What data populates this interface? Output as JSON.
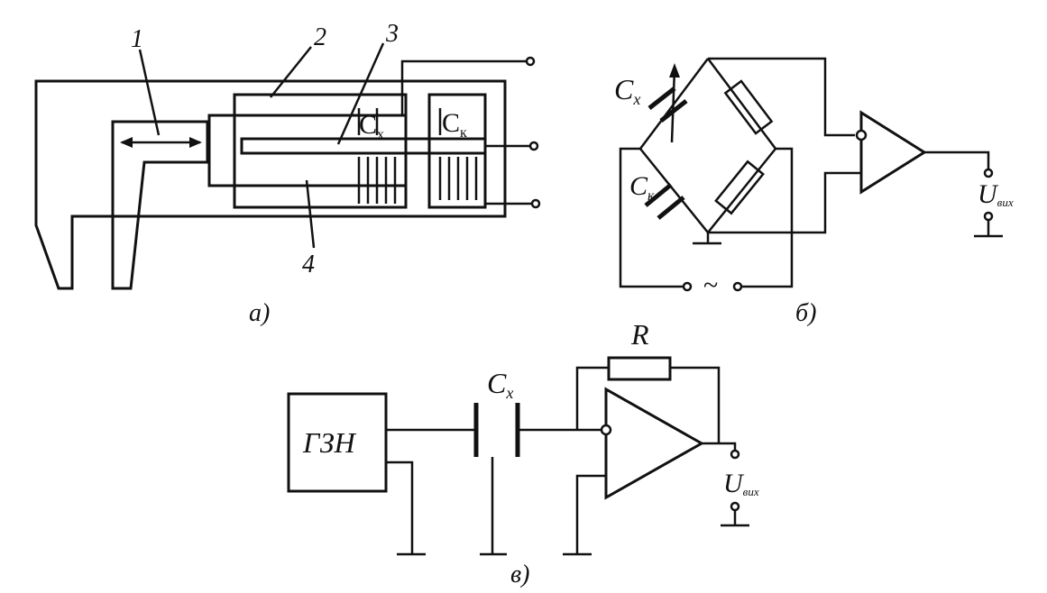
{
  "diagram": {
    "panel_a": {
      "caption": "а)",
      "callouts": [
        "1",
        "2",
        "3",
        "4"
      ],
      "cap_measure": "C",
      "cap_measure_sub": "x",
      "cap_compensate": "C",
      "cap_compensate_sub": "к"
    },
    "panel_b": {
      "caption": "б)",
      "cx_label": "C",
      "cx_sub": "x",
      "ck_label": "C",
      "ck_sub": "к",
      "source_symbol": "~",
      "out_label": "U",
      "out_sub": "вих"
    },
    "panel_c": {
      "caption": "в)",
      "generator_label": "ГЗН",
      "cx_label": "C",
      "cx_sub": "x",
      "resistor_label": "R",
      "out_label": "U",
      "out_sub": "вих"
    }
  }
}
